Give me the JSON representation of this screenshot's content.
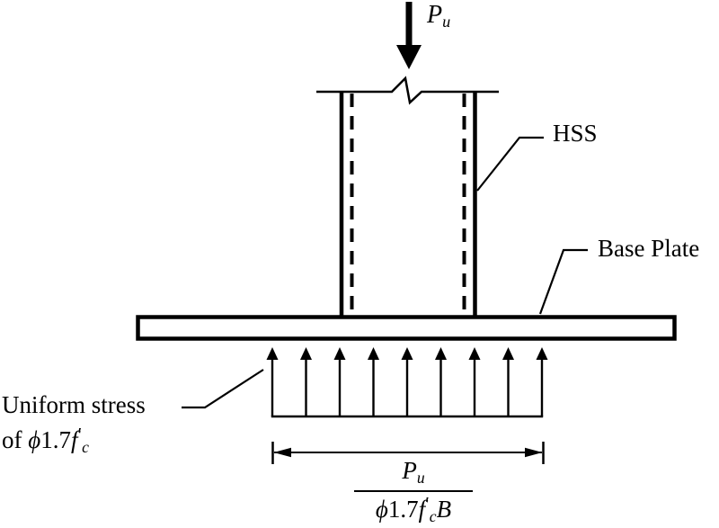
{
  "diagram": {
    "title_hint": "HSS column base plate uniform bearing stress diagram",
    "colors": {
      "ink": "#000000",
      "background": "#ffffff"
    },
    "load_label": {
      "base": "P",
      "sub": "u"
    },
    "hss_label": "HSS",
    "base_plate_label": "Base Plate",
    "uniform_stress": {
      "line1": "Uniform stress",
      "line2_prefix": "of ",
      "phi": "ϕ",
      "coeff": "1.7",
      "f": "f",
      "prime": "′",
      "sub_c": "c"
    },
    "fraction": {
      "numerator": {
        "base": "P",
        "sub": "u"
      },
      "denominator": {
        "phi": "ϕ",
        "coeff": "1.7",
        "f": "f",
        "prime": "′",
        "sub_c": "c",
        "B": "B"
      }
    }
  }
}
